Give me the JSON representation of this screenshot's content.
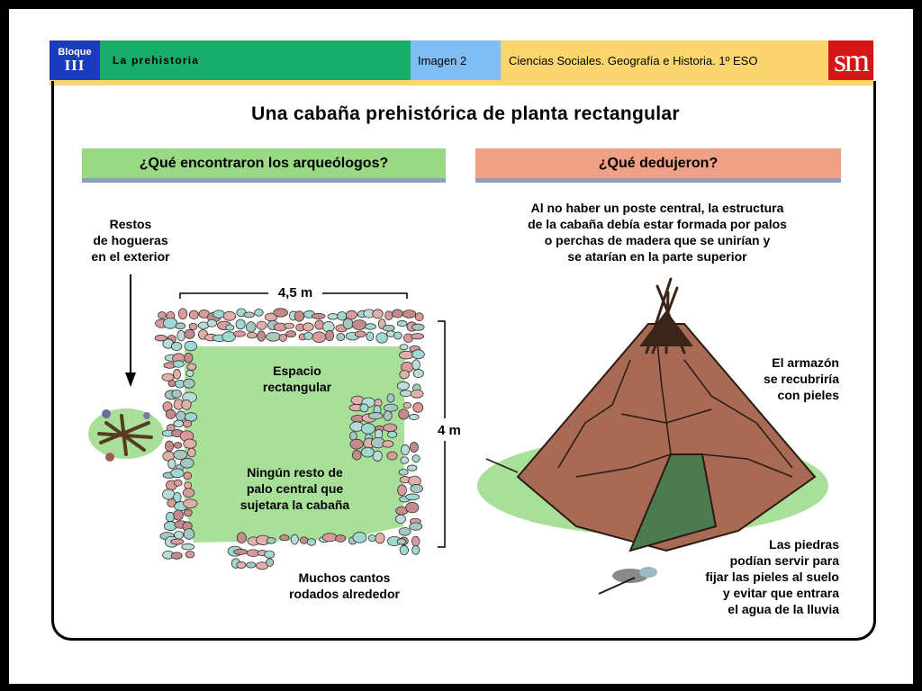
{
  "header": {
    "bloque_label": "Bloque",
    "bloque_number": "III",
    "tema": "La prehistoria",
    "imagen": "Imagen 2",
    "curso": "Ciencias Sociales. Geografía e Historia. 1º ESO",
    "publisher_logo": "sm"
  },
  "title": "Una cabaña prehistórica de planta rectangular",
  "left": {
    "heading": "¿Qué encontraron los arqueólogos?",
    "hogueras": [
      "Restos",
      "de hogueras",
      "en el exterior"
    ],
    "width_label": "4,5 m",
    "height_label": "4 m",
    "espacio": [
      "Espacio",
      "rectangular"
    ],
    "ningun": [
      "Ningún resto de",
      "palo central que",
      "sujetara la cabaña"
    ],
    "cantos": [
      "Muchos cantos",
      "rodados alrededor"
    ]
  },
  "right": {
    "heading": "¿Qué dedujeron?",
    "estructura": [
      "Al no haber un poste central, la estructura",
      "de la cabaña debía estar formada por palos",
      "o perchas de madera que se unirían y",
      "se atarían en la parte superior"
    ],
    "armazon": [
      "El armazón",
      "se recubriría",
      "con pieles"
    ],
    "piedras": [
      "Las piedras",
      "podían servir para",
      "fijar las pieles al suelo",
      "y evitar que entrara",
      "el agua de la lluvia"
    ]
  },
  "colors": {
    "bloque": "#1a3bbd",
    "tema": "#16ad6b",
    "imagen": "#7fbdf3",
    "curso": "#fbd66f",
    "logo": "#d21716",
    "q1": "#99d985",
    "q2": "#f0a084",
    "floor": "#a8e09a",
    "hide": "#a86a55"
  }
}
